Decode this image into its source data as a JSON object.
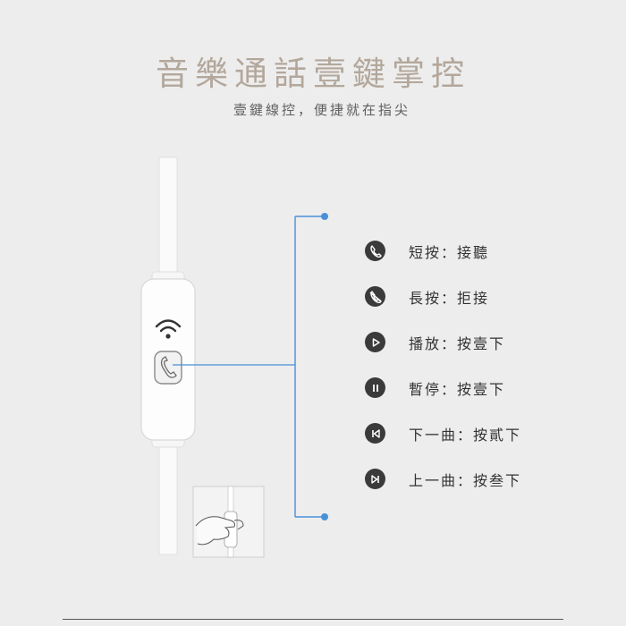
{
  "header": {
    "title": "音樂通話壹鍵掌控",
    "subtitle": "壹鍵線控，便捷就在指尖"
  },
  "features": [
    {
      "icon": "phone-icon",
      "label": "短按：接聽"
    },
    {
      "icon": "phone-hangup-icon",
      "label": "長按：拒接"
    },
    {
      "icon": "play-icon",
      "label": "播放：按壹下"
    },
    {
      "icon": "pause-icon",
      "label": "暫停：按壹下"
    },
    {
      "icon": "previous-track-icon",
      "label": "下一曲：按貳下"
    },
    {
      "icon": "next-track-icon",
      "label": "上一曲：按叁下"
    }
  ],
  "colors": {
    "background": "#ededed",
    "title": "#b3a79b",
    "accent_line": "#4a90d9",
    "icon_bg": "#3a3a3a"
  }
}
